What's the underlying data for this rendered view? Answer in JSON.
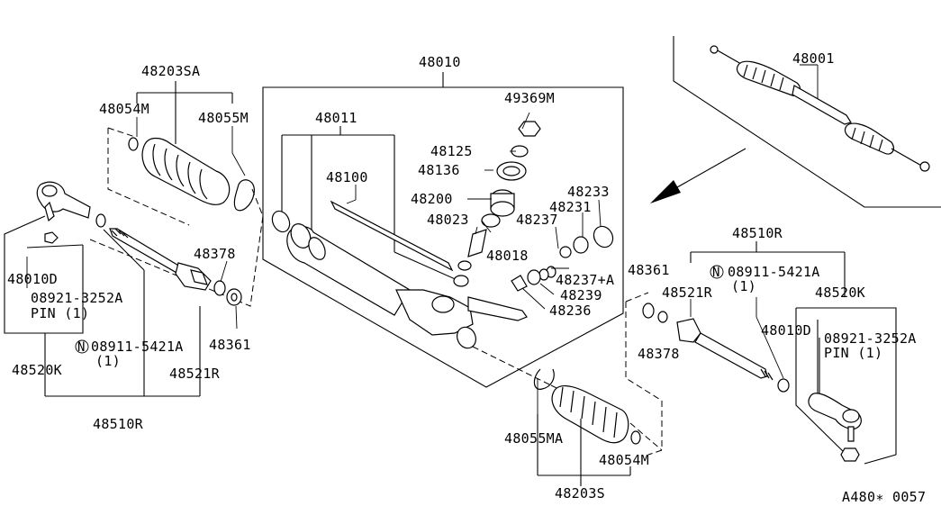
{
  "parts": {
    "p48203SA": "48203SA",
    "p48054M_l": "48054M",
    "p48055M": "48055M",
    "p48010": "48010",
    "p48011": "48011",
    "p49369M": "49369M",
    "p48125": "48125",
    "p48136": "48136",
    "p48100": "48100",
    "p48200": "48200",
    "p48233": "48233",
    "p48231": "48231",
    "p48023": "48023",
    "p48237": "48237",
    "p48018": "48018",
    "p48237A": "48237+A",
    "p48239": "48239",
    "p48236": "48236",
    "p48001": "48001",
    "p48378_l": "48378",
    "p48010D_l": "48010D",
    "p08921_l": "08921-3252A",
    "pin_l": "PIN (1)",
    "p08911_l": "08911-5421A",
    "qty_l": "(1)",
    "p48361_l": "48361",
    "p48520K_l": "48520K",
    "p48521R_l": "48521R",
    "p48510R_l": "48510R",
    "p48510R_r": "48510R",
    "p48361_r": "48361",
    "p08911_r": "08911-5421A",
    "qty_r": "(1)",
    "p48520K_r": "48520K",
    "p48521R_r": "48521R",
    "p48010D_r": "48010D",
    "p08921_r": "08921-3252A",
    "pin_r": "PIN (1)",
    "p48378_r": "48378",
    "p48055MA": "48055MA",
    "p48054M_r": "48054M",
    "p48203S": "48203S",
    "n_mark": "N",
    "ref_code": "A480∗ 0057"
  }
}
